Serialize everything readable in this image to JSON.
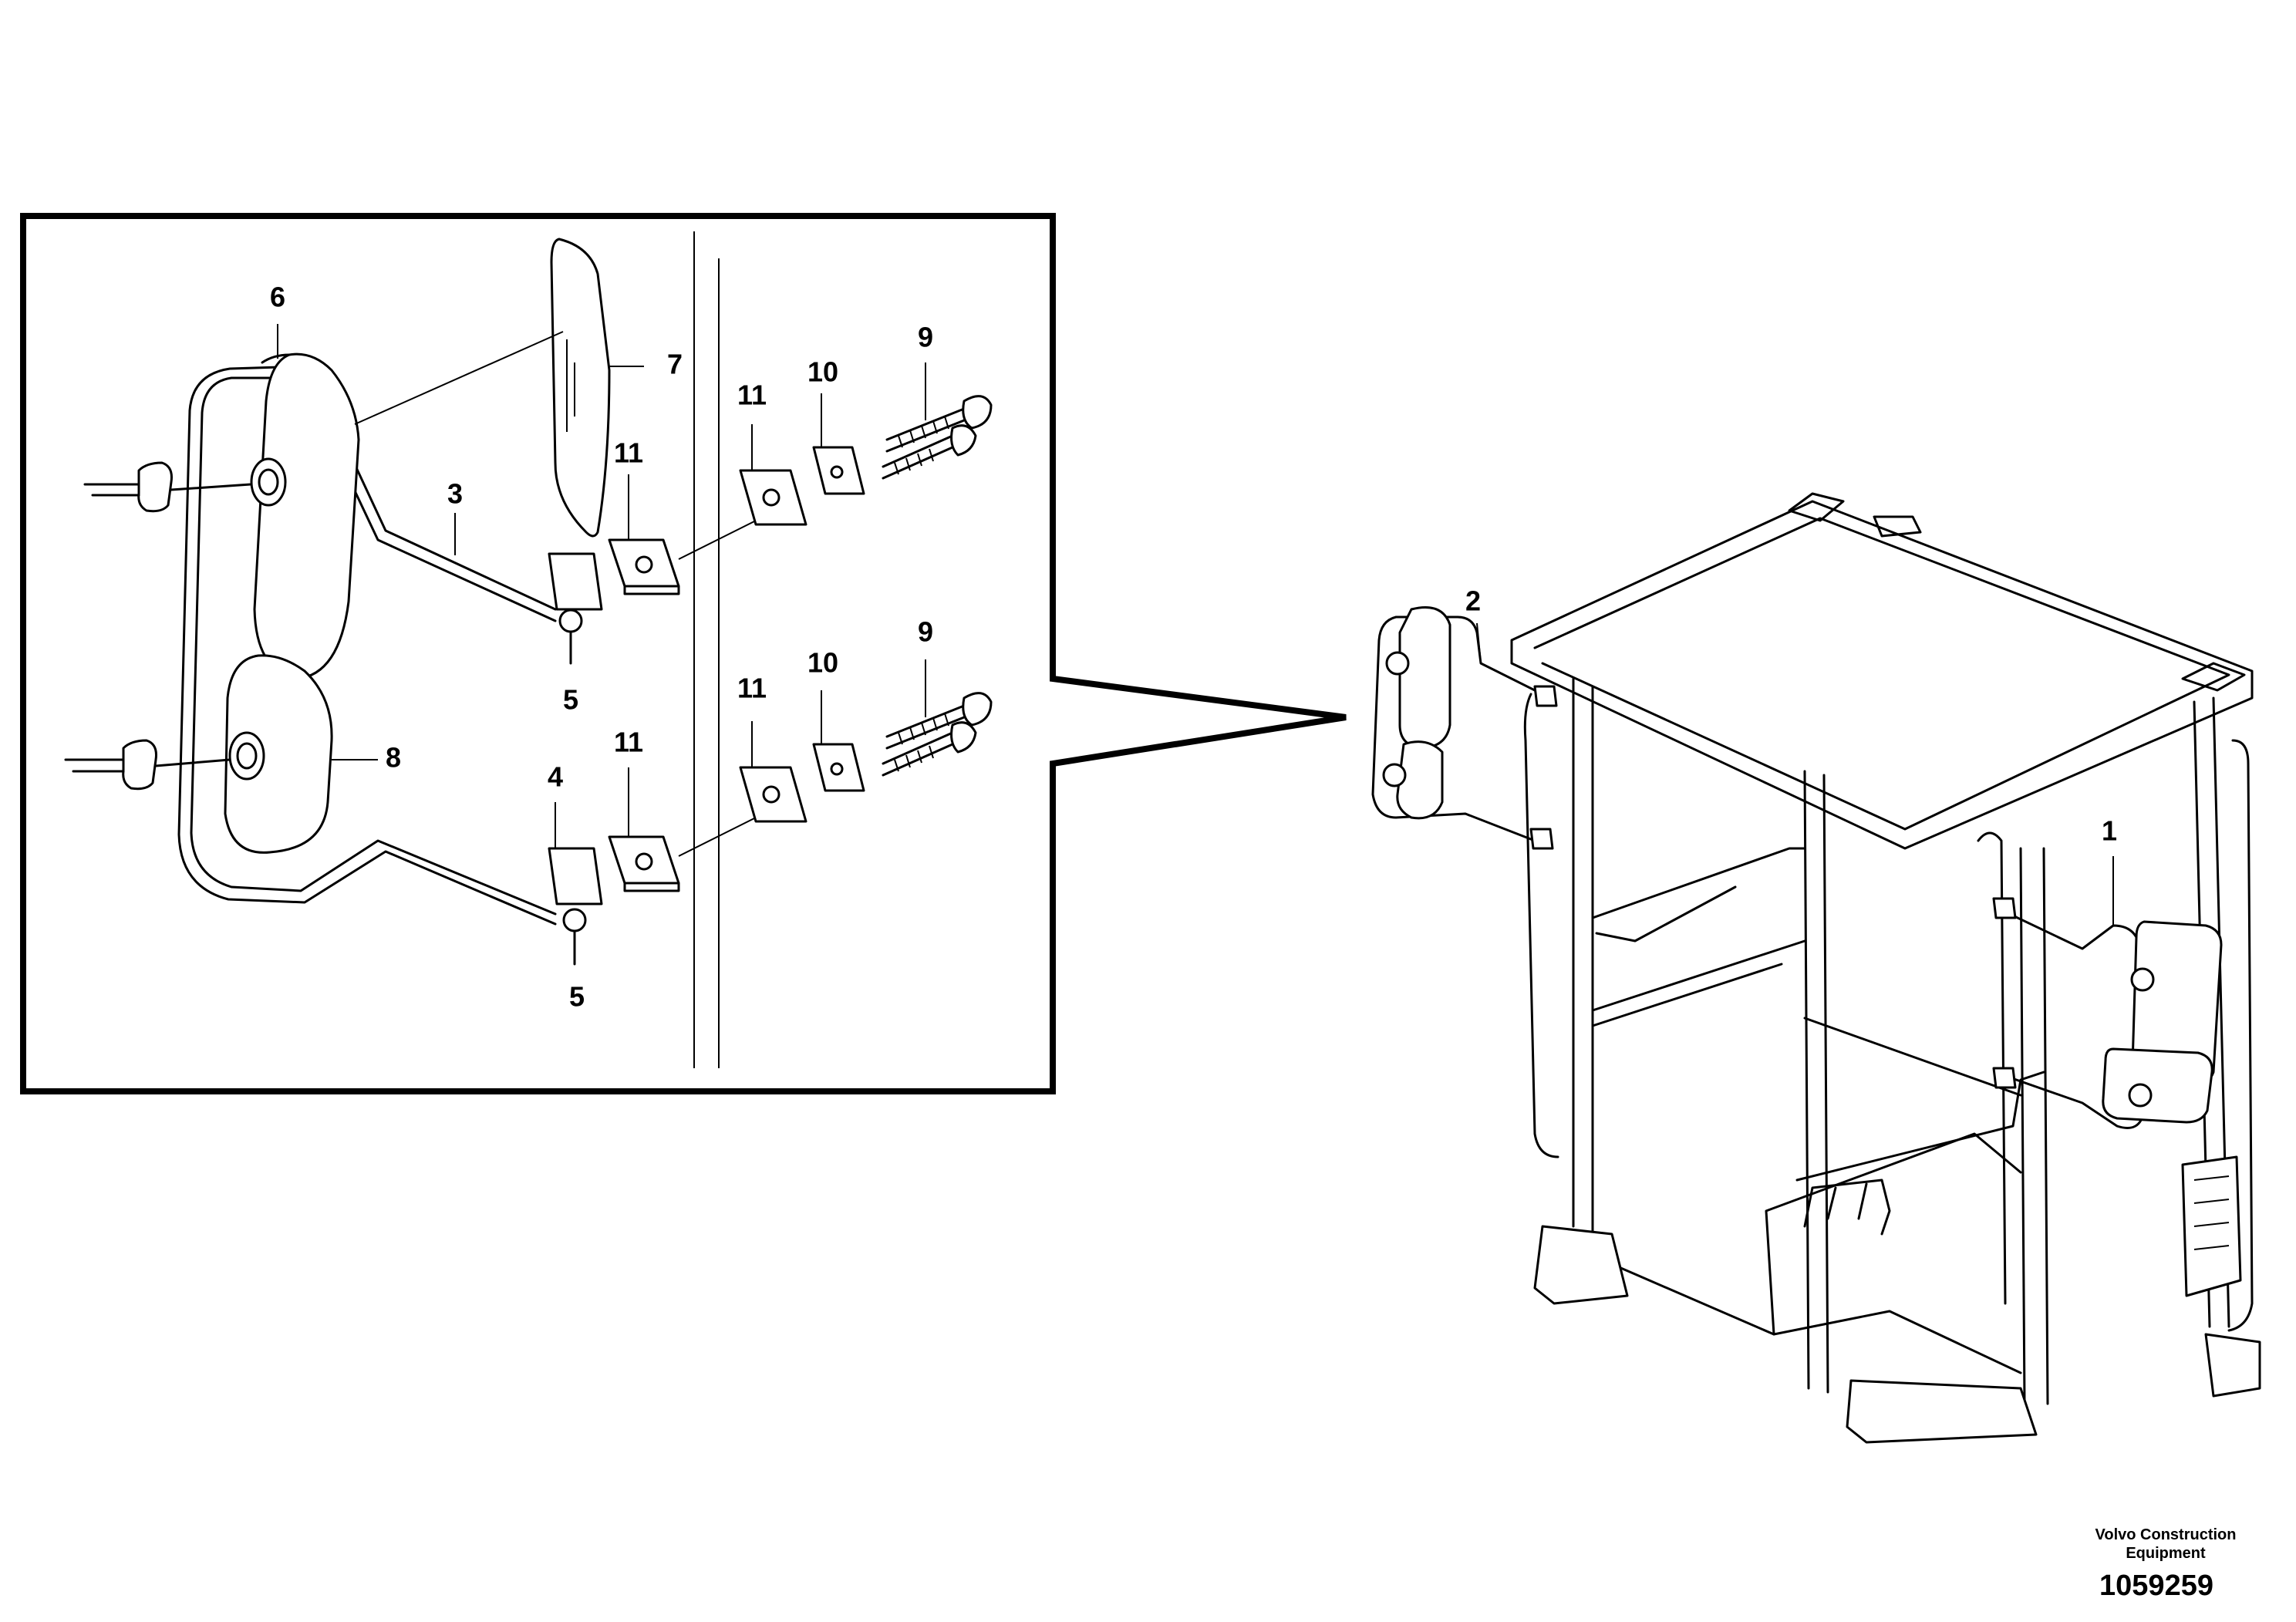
{
  "drawing": {
    "callouts": {
      "c1": "1",
      "c2": "2",
      "c3": "3",
      "c4": "4",
      "c5a": "5",
      "c5b": "5",
      "c6": "6",
      "c7": "7",
      "c8": "8",
      "c9a": "9",
      "c9b": "9",
      "c10a": "10",
      "c10b": "10",
      "c11a": "11",
      "c11b": "11",
      "c11c": "11",
      "c11d": "11"
    },
    "footer": {
      "company_line1": "Volvo Construction",
      "company_line2": "Equipment",
      "document_number": "1059259"
    }
  }
}
